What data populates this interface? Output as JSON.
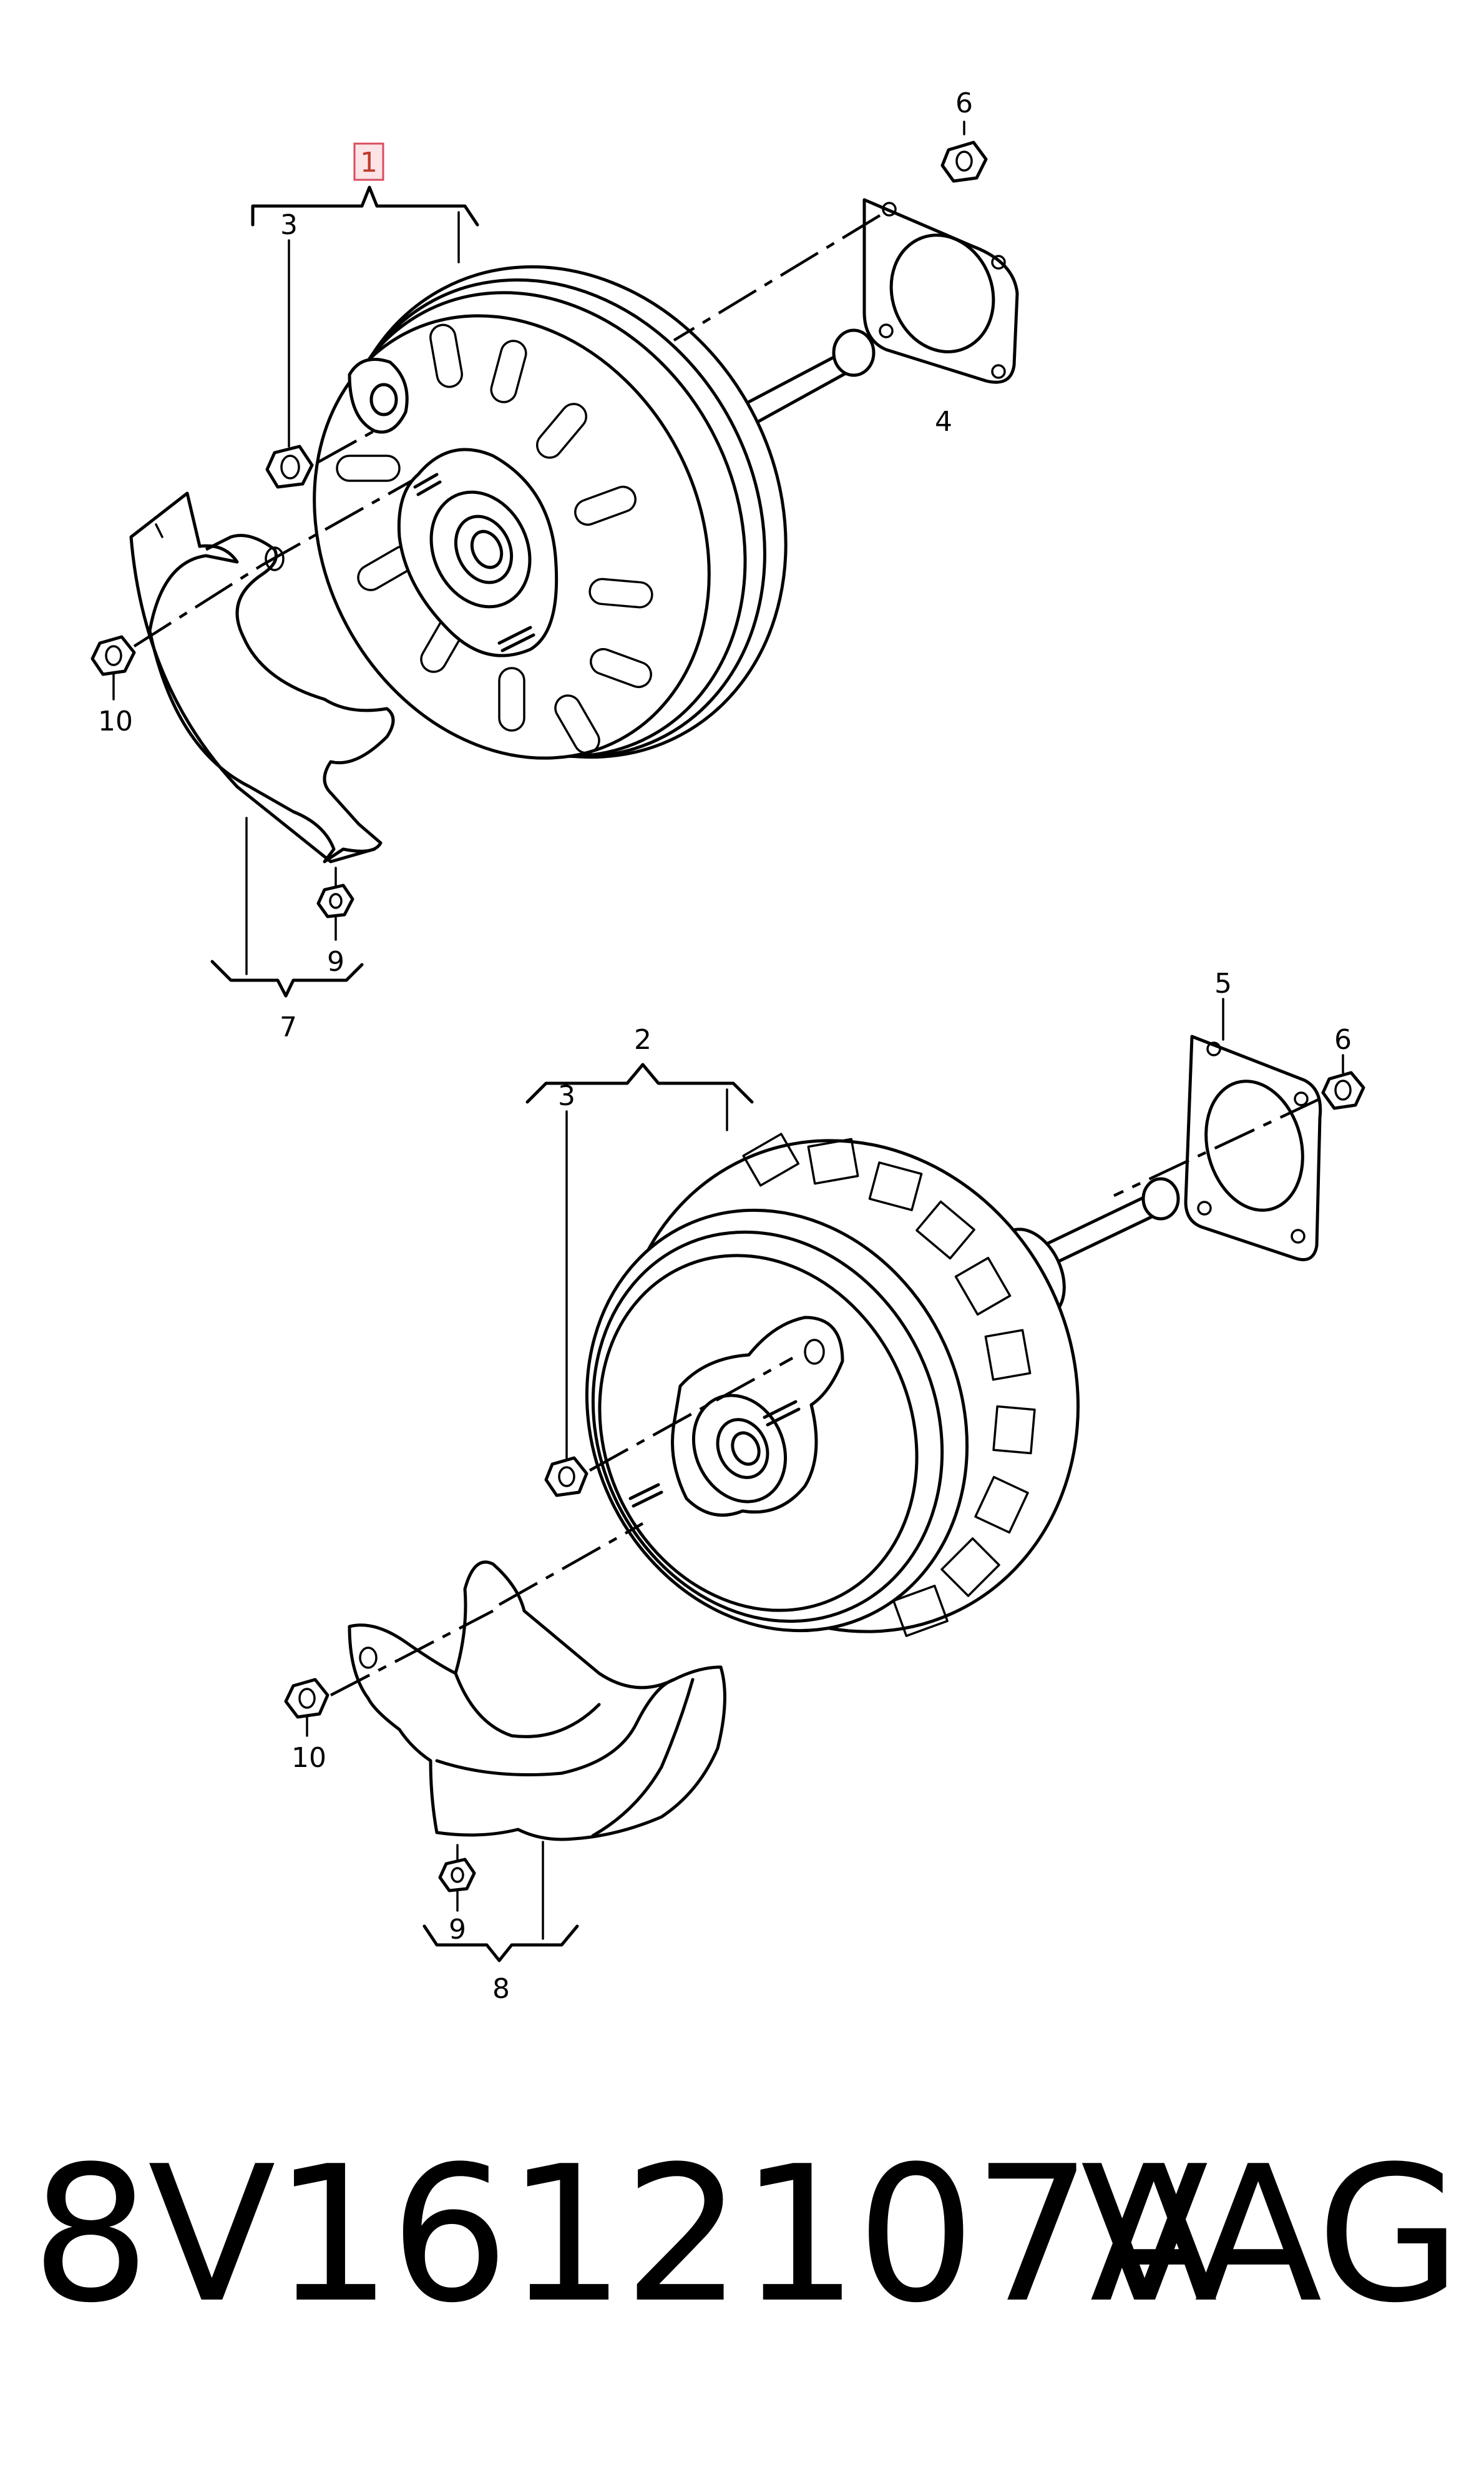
{
  "labels": {
    "l1": "1",
    "l2": "2",
    "l3a": "3",
    "l3b": "3",
    "l4": "4",
    "l5": "5",
    "l6a": "6",
    "l6b": "6",
    "l7": "7",
    "l8": "8",
    "l9a": "9",
    "l9b": "9",
    "l10a": "10",
    "l10b": "10"
  },
  "footer": {
    "part_number": "8V1612107A",
    "brand": "VAG"
  },
  "colors": {
    "highlight_fill": "#fbe3e6",
    "highlight_stroke": "#d94b5c",
    "highlight_text": "#c0392b"
  }
}
